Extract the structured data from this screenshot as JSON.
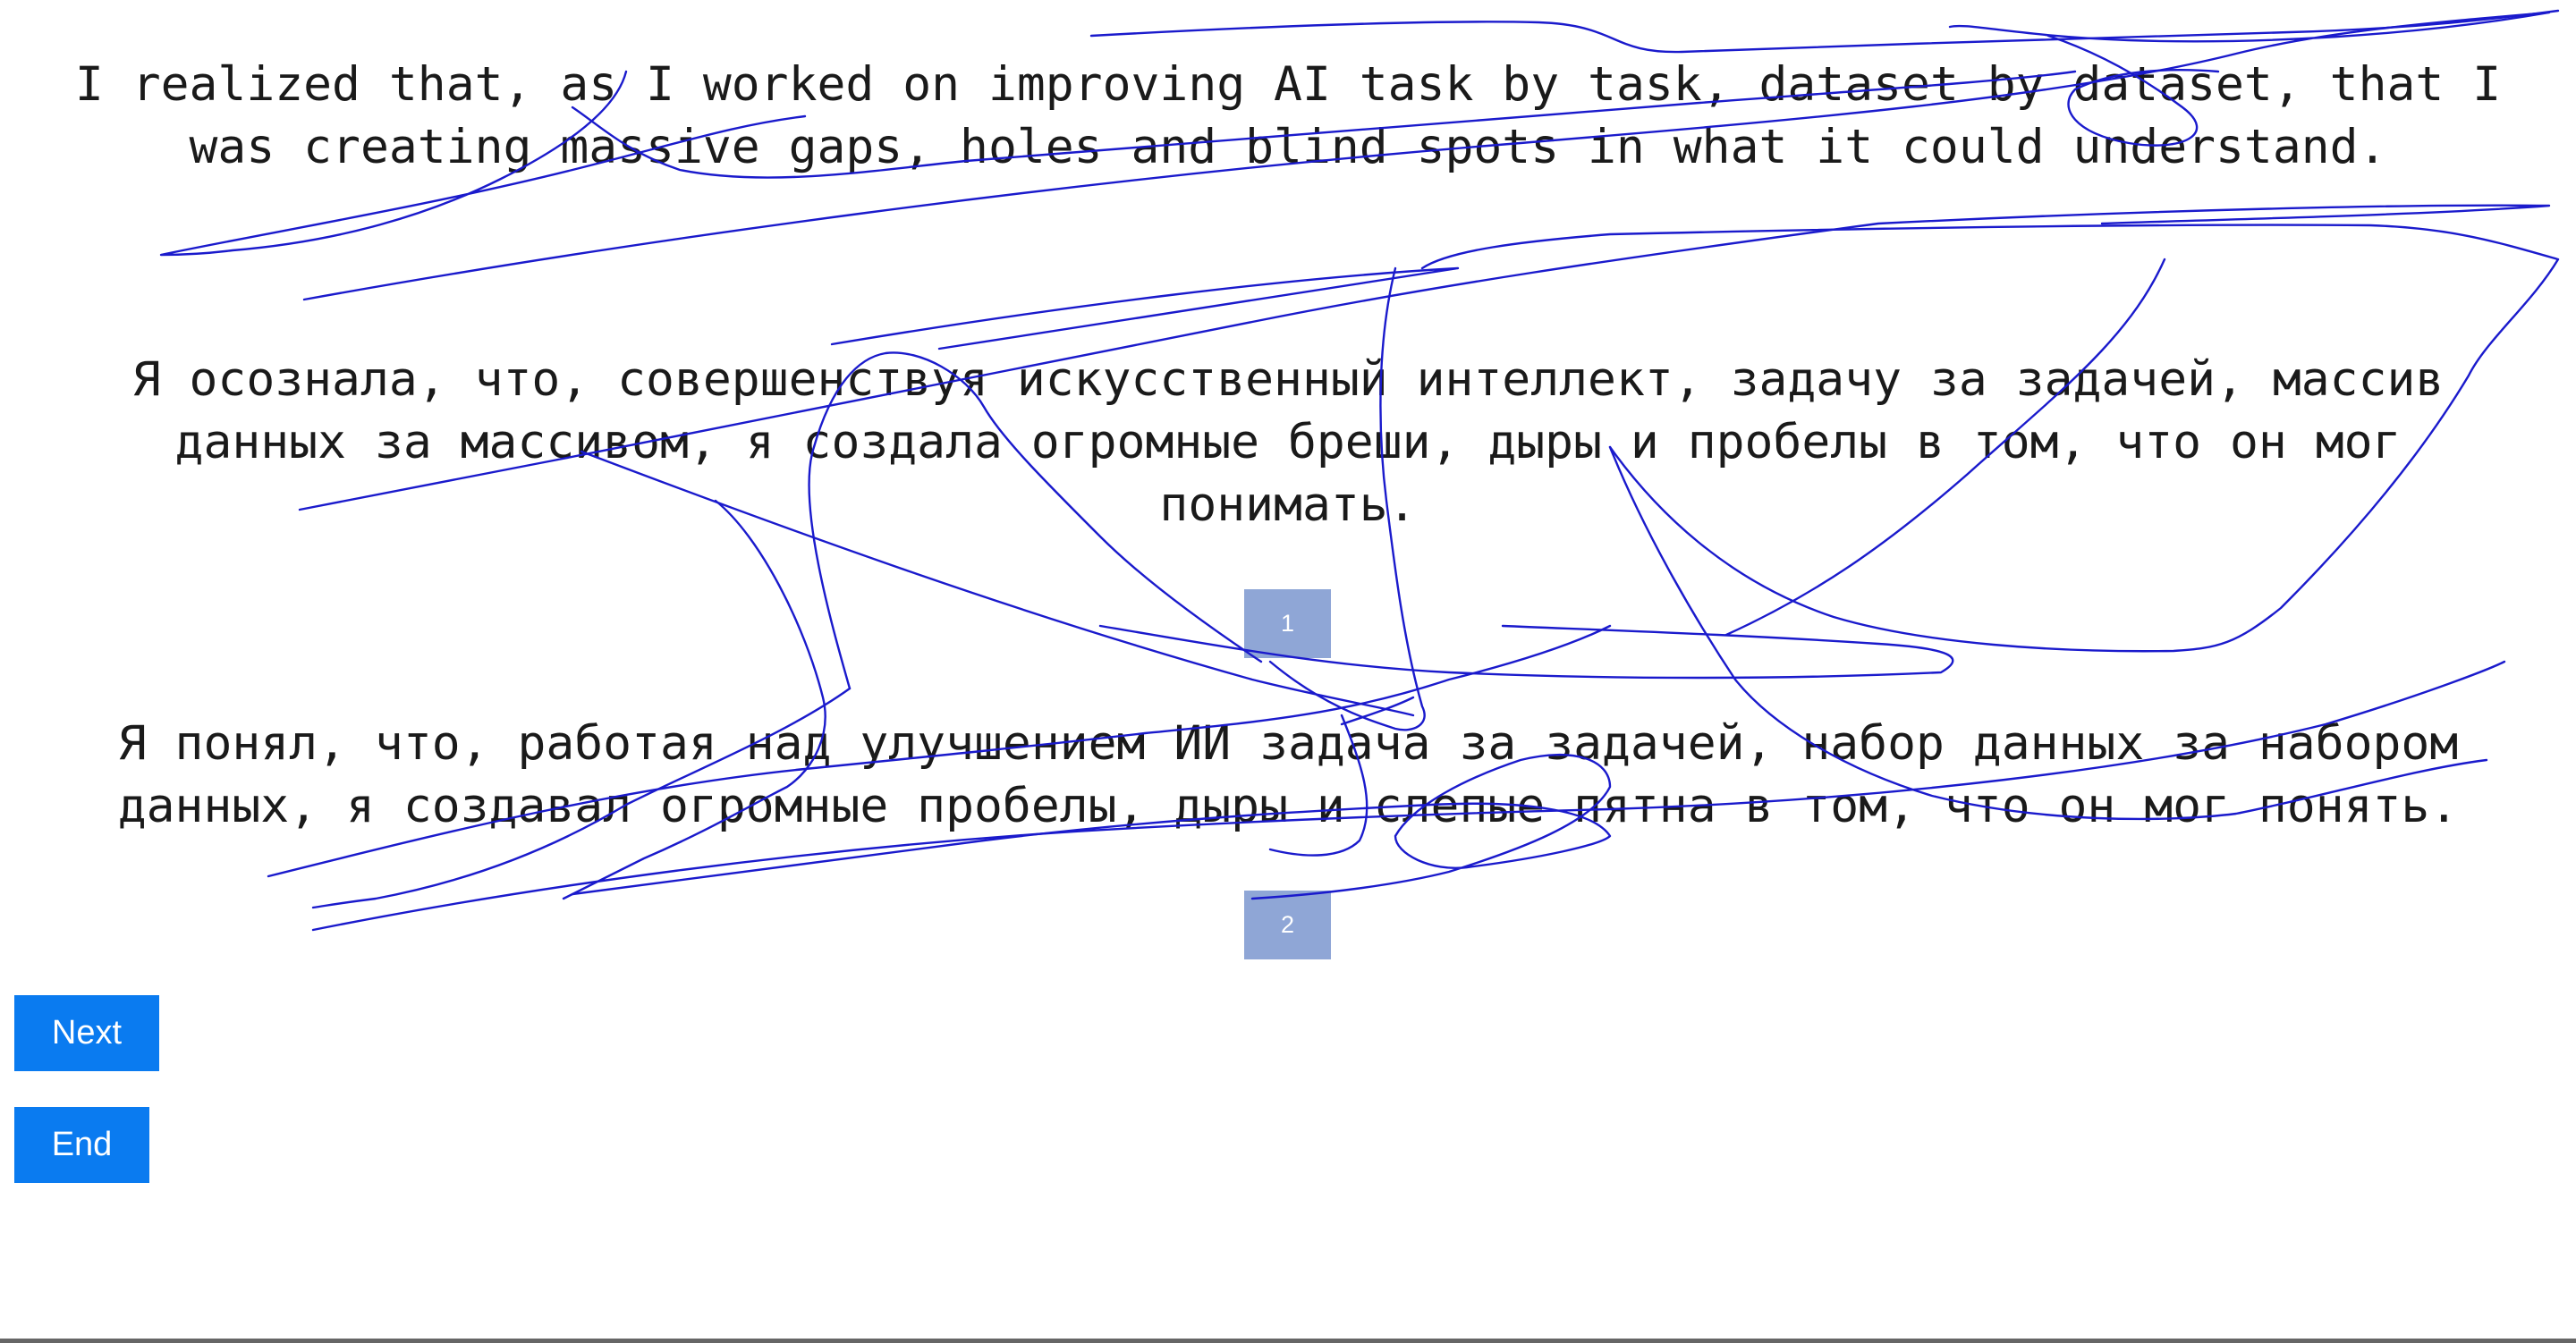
{
  "texts": {
    "source": "I realized that, as I worked on improving AI task by task, dataset by dataset, that I\nwas creating massive gaps, holes and blind spots in what it could understand.",
    "option_1": "Я осознала, что, совершенствуя искусственный интеллект, задачу за задачей, массив\nданных за массивом, я создала огромные бреши, дыры и пробелы в том, что он мог\nпонимать.",
    "option_2": "Я понял, что, работая над улучшением ИИ задача за задачей, набор данных за набором\nданных, я создавал огромные пробелы, дыры и слепые пятна в том, что он мог понять."
  },
  "markers": {
    "first": "1",
    "second": "2"
  },
  "buttons": {
    "next": "Next",
    "end": "End"
  },
  "colors": {
    "button": "#0a7bf0",
    "marker": "#8fa6d6",
    "scribble": "#1a1acc"
  }
}
